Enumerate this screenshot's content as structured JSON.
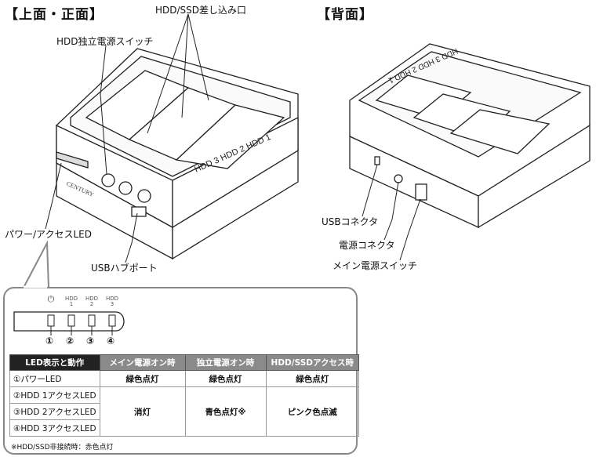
{
  "headings": {
    "front": "【上面・正面】",
    "back": "【背面】"
  },
  "callouts": {
    "slot": "HDD/SSD差し込み口",
    "hdd_switch": "HDD独立電源スイッチ",
    "power_led": "パワー/アクセスLED",
    "usb_hub": "USBハブポート",
    "usb_connector": "USBコネクタ",
    "power_connector": "電源コネクタ",
    "main_switch": "メイン電源スイッチ"
  },
  "device": {
    "brand": "CENTURY",
    "bays_front": [
      "HDD 3",
      "HDD 2",
      "HDD 1"
    ],
    "bays_back": [
      "HDD 3",
      "HDD 2",
      "HDD 1"
    ]
  },
  "led_panel": {
    "labels": [
      {
        "top": "",
        "bottom": "⏻"
      },
      {
        "top": "HDD",
        "bottom": "1"
      },
      {
        "top": "HDD",
        "bottom": "2"
      },
      {
        "top": "HDD",
        "bottom": "3"
      }
    ],
    "numbers": [
      "①",
      "②",
      "③",
      "④"
    ]
  },
  "table": {
    "headers": [
      "LED表示と動作",
      "メイン電源オン時",
      "独立電源オン時",
      "HDD/SSDアクセス時"
    ],
    "rows": [
      "①パワーLED",
      "②HDD 1アクセスLED",
      "③HDD 2アクセスLED",
      "④HDD 3アクセスLED"
    ],
    "power_row": [
      "緑色点灯",
      "緑色点灯",
      "緑色点灯"
    ],
    "hdd_rows": [
      "消灯",
      "青色点灯※",
      "ピンク色点滅"
    ]
  },
  "footnote": "※HDD/SSD非接続時：赤色点灯"
}
